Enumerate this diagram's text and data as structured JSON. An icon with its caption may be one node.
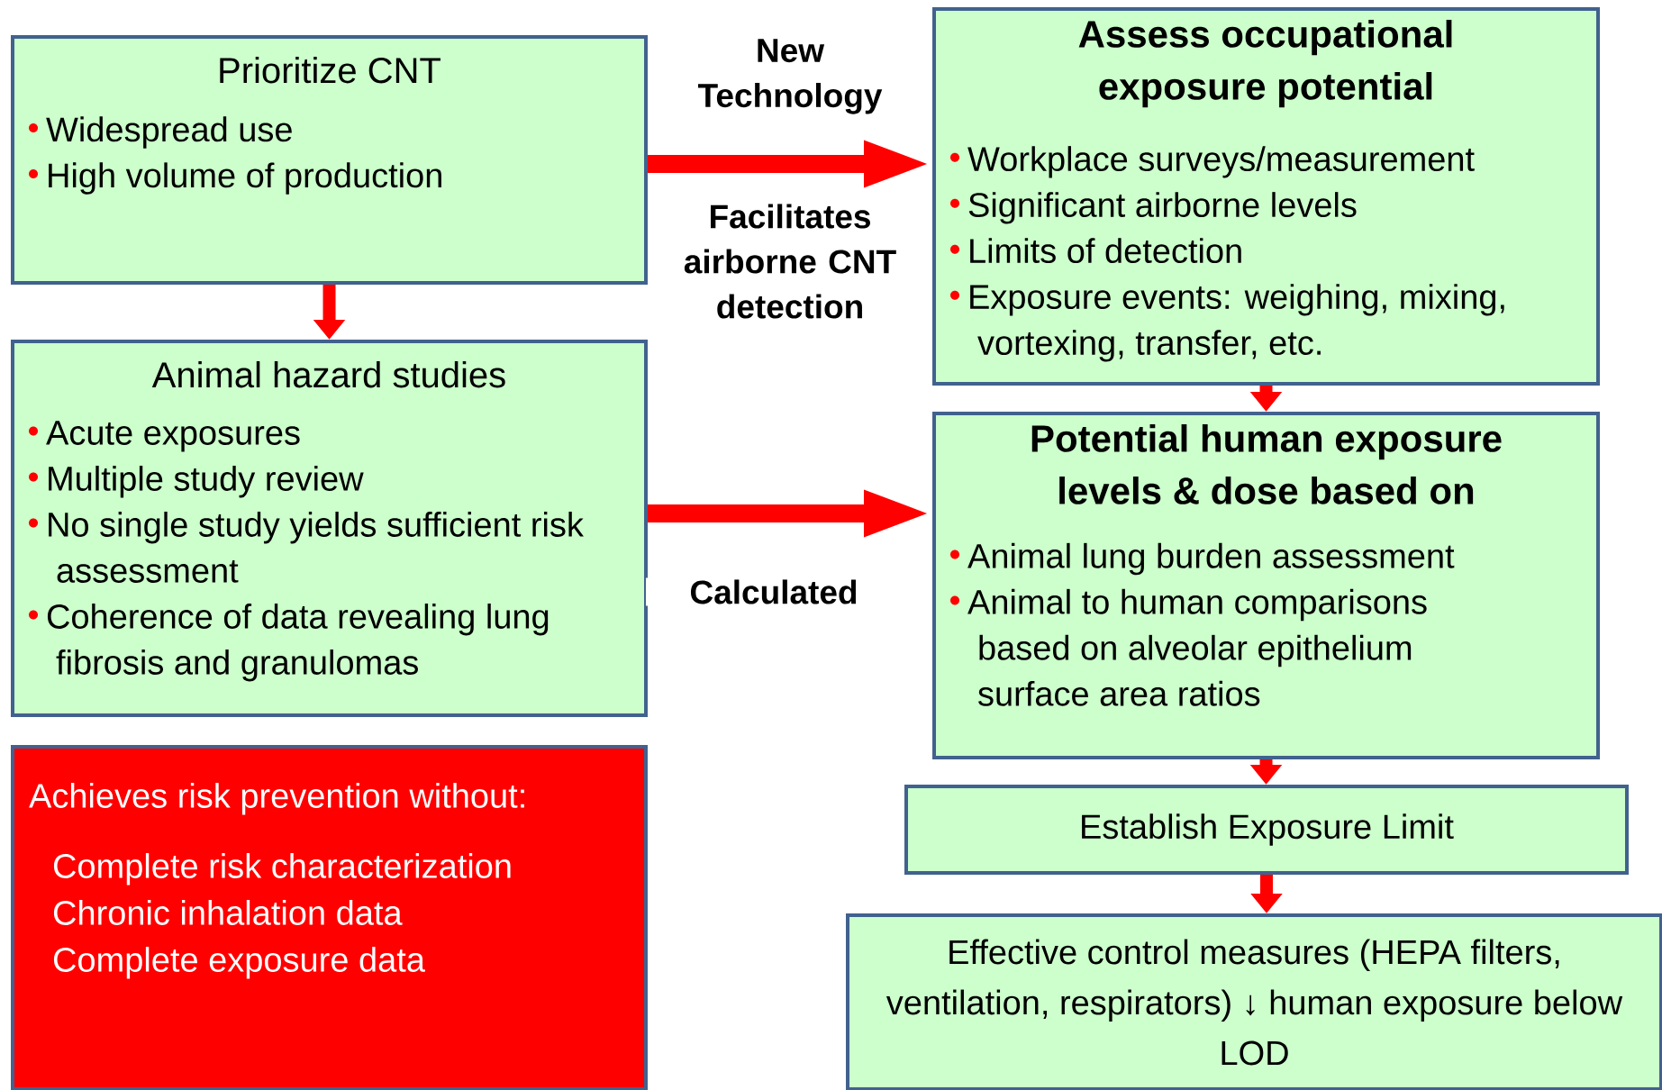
{
  "diagram": {
    "nodes": [
      {
        "text": [
          "Prioritize CNT",
          "Widespread use",
          "High volume of production"
        ]
      },
      {
        "text": [
          "Animal hazard studies",
          "Acute exposures",
          "Multiple study review",
          "No single study yields sufficient risk assessment",
          "Coherence of data revealing lung fibrosis and granulomas"
        ]
      },
      {
        "text": [
          "Achieves risk prevention without:",
          "Complete risk characterization",
          "Chronic inhalation data",
          "Complete exposure data"
        ]
      },
      {
        "text": [
          "Assess occupational exposure potential",
          "Workplace surveys/measurement",
          "Significant airborne levels",
          "Limits of detection",
          "Exposure events: weighing, mixing, vortexing, transfer, etc."
        ]
      },
      {
        "text": [
          "Potential human exposure levels & dose based on",
          "Animal lung burden assessment",
          "Animal to human comparisons based on alveolar epithelium surface area ratios"
        ]
      },
      {
        "text": [
          "Establish Exposure Limit"
        ]
      },
      {
        "text": [
          "Effective control measures (HEPA filters, ventilation, respirators) ↓ human exposure below LOD"
        ]
      }
    ],
    "edges": [
      {
        "from": 0,
        "to": 1,
        "arrow": "to"
      },
      {
        "from": 0,
        "to": 3,
        "arrow": "to",
        "label": "New Technology"
      },
      {
        "from": 1,
        "to": 4,
        "arrow": "to",
        "label": "Calculated"
      },
      {
        "from": 3,
        "to": 4,
        "arrow": "to"
      },
      {
        "from": 4,
        "to": 5,
        "arrow": "to"
      },
      {
        "from": 5,
        "to": 6,
        "arrow": "to"
      }
    ],
    "labels": [
      "Facilitates airborne CNT detection"
    ]
  }
}
